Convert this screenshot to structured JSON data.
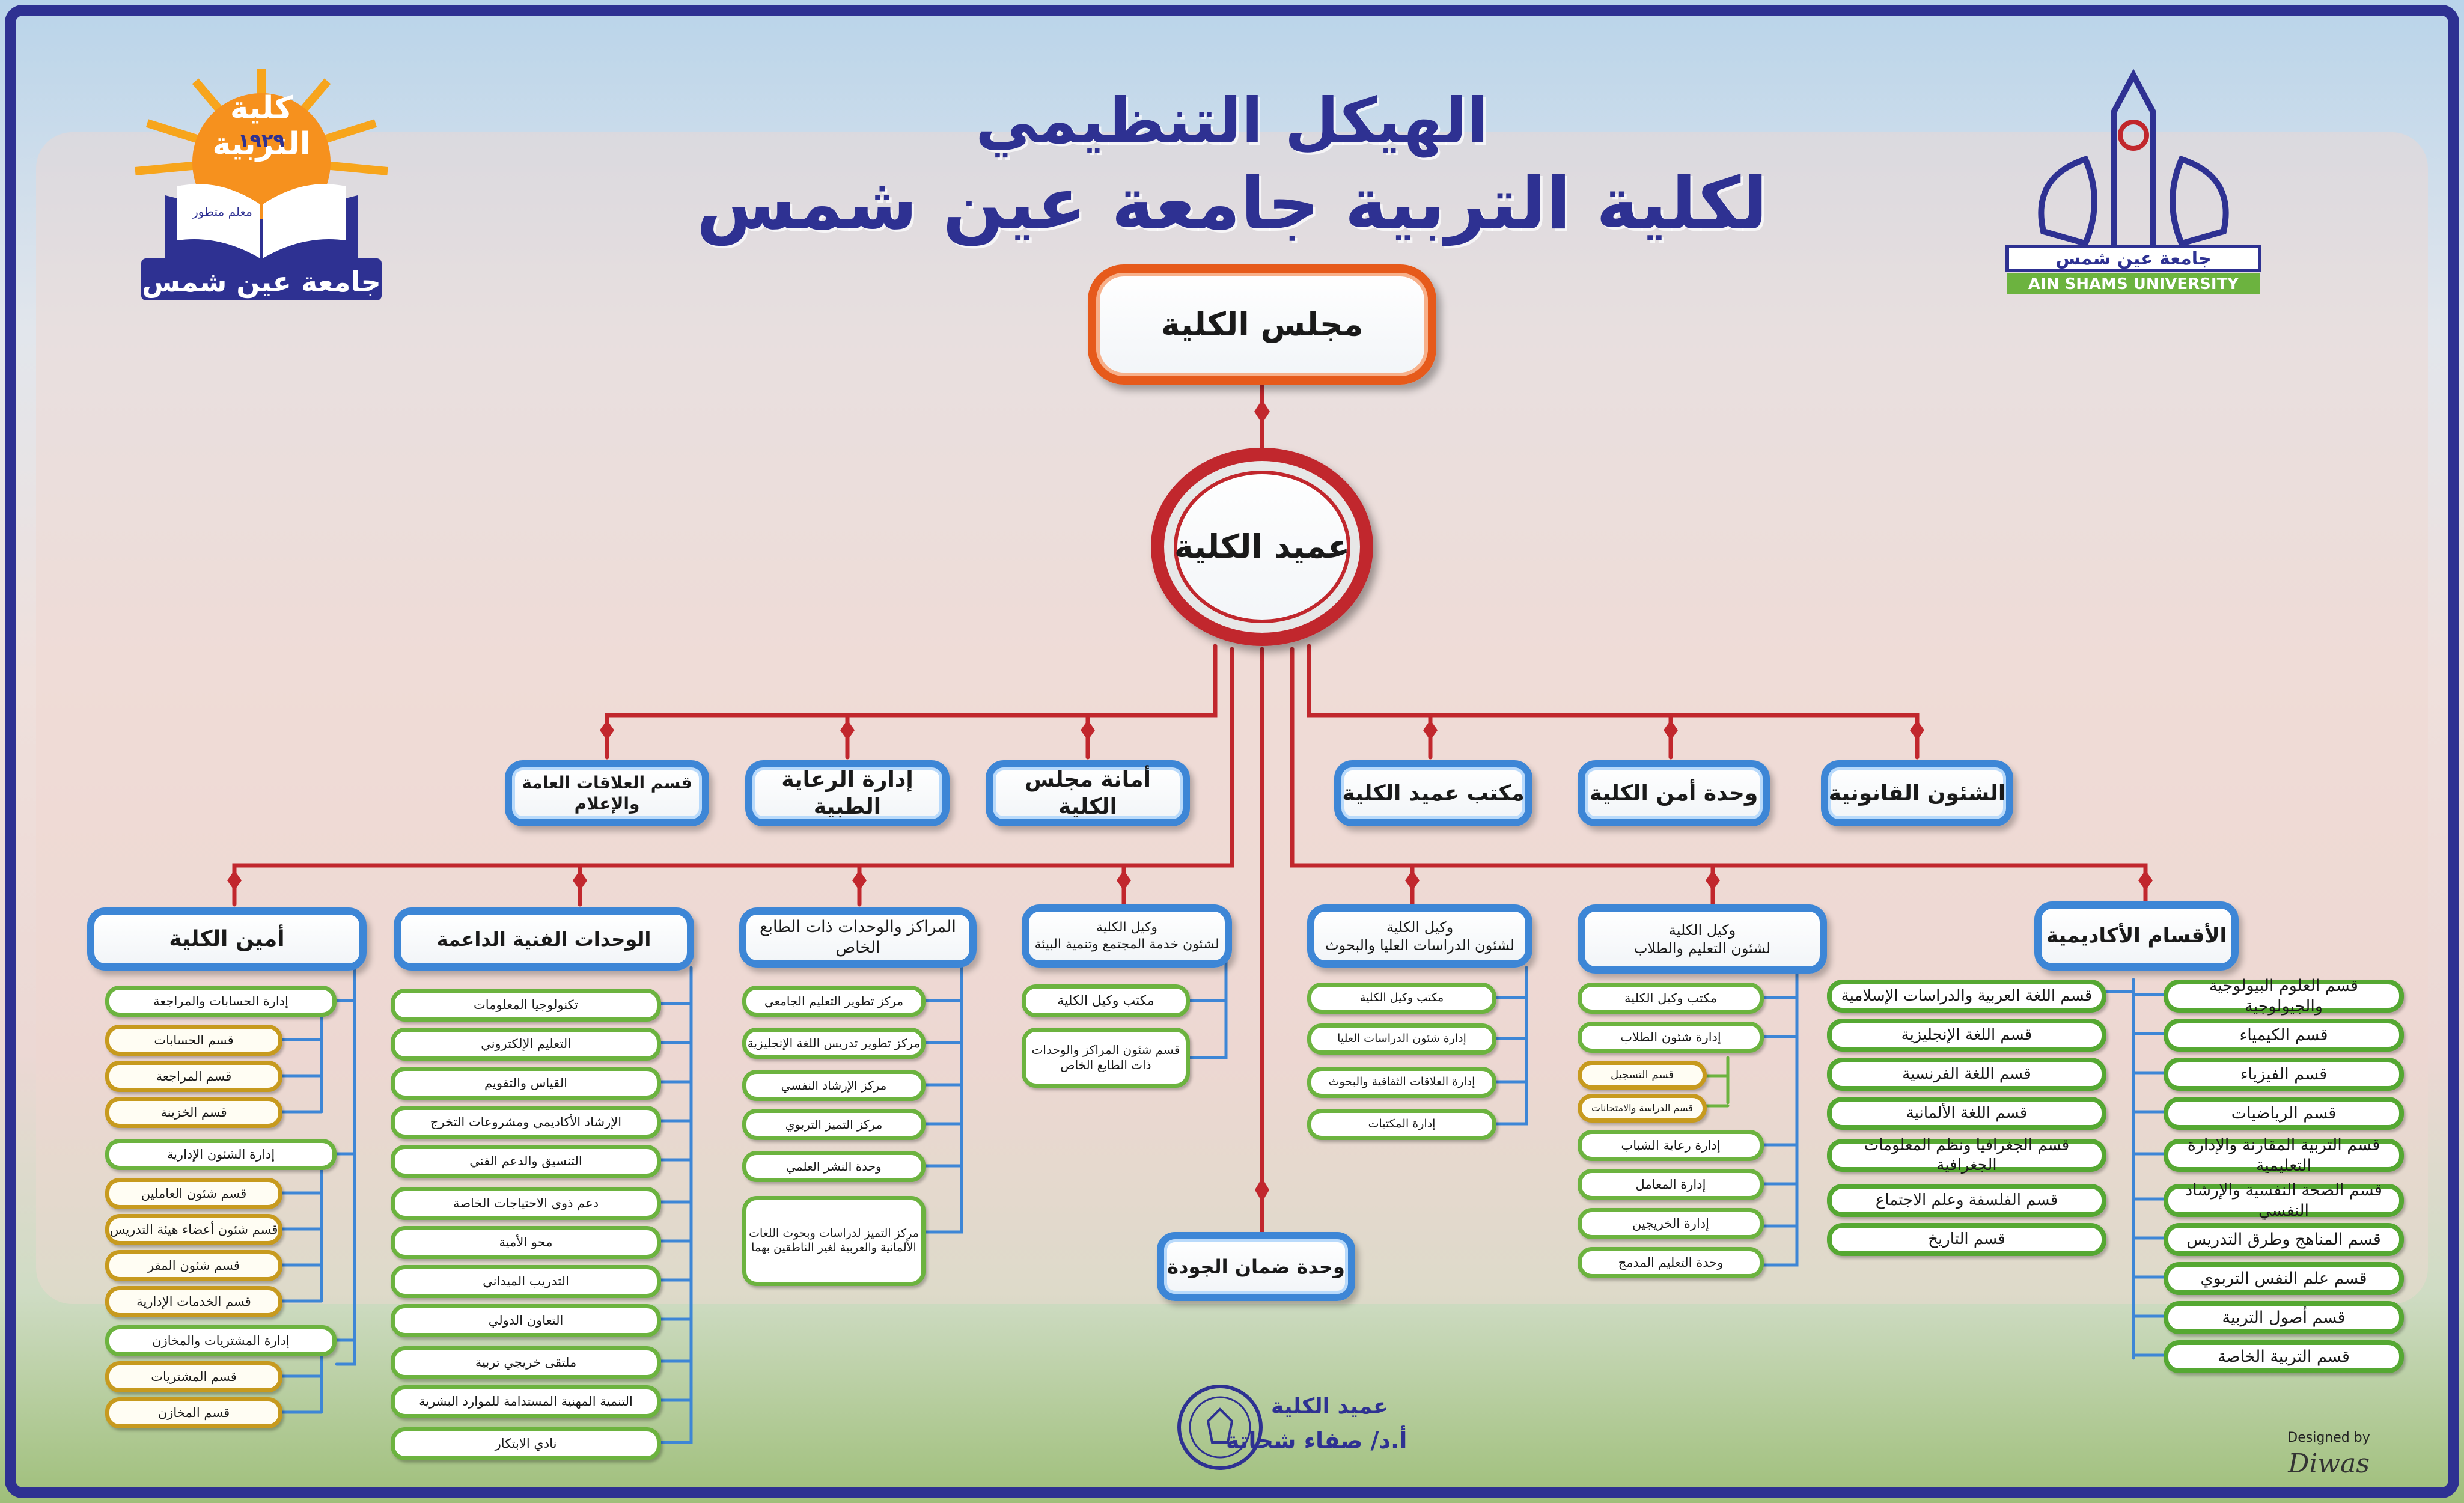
{
  "title_line1": "الهيكل التنظيمي",
  "title_line2": "لكلية التربية جامعة عين شمس",
  "logo_left": {
    "top_text": "كلية التربية",
    "year": "١٩٢٩",
    "motto": "معلم متطور",
    "bottom_text": "جامعة عين شمس"
  },
  "logo_right": {
    "arabic": "جامعة عين شمس",
    "english": "AIN SHAMS UNIVERSITY"
  },
  "council": "مجلس الكلية",
  "dean": "عميد الكلية",
  "quality_unit": "وحدة ضمان الجودة",
  "dean_offices": [
    "الشئون القانونية",
    "وحدة أمن الكلية",
    "مكتب عميد الكلية",
    "أمانة مجلس الكلية",
    "إدارة الرعاية الطبية",
    "قسم العلاقات العامة والإعلام"
  ],
  "academic": {
    "title": "الأقسام الأكاديمية",
    "col_right": [
      "قسم العلوم البيولوجية والجيولوجية",
      "قسم الكيمياء",
      "قسم الفيزياء",
      "قسم الرياضيات",
      "قسم التربية المقارنة والإدارة التعليمية",
      "قسم الصحة النفسية والإرشاد النفسي",
      "قسم المناهج وطرق التدريس",
      "قسم علم النفس التربوي",
      "قسم أصول التربية",
      "قسم التربية الخاصة"
    ],
    "col_left": [
      "قسم اللغة العربية والدراسات الإسلامية",
      "قسم اللغة الإنجليزية",
      "قسم اللغة الفرنسية",
      "قسم اللغة الألمانية",
      "قسم الجغرافيا ونظم المعلومات الجغرافية",
      "قسم الفلسفة وعلم الاجتماع",
      "قسم التاريخ"
    ]
  },
  "vd_education": {
    "title_line1": "وكيل الكلية",
    "title_line2": "لشئون التعليم والطلاب",
    "items": [
      "مكتب وكيل الكلية",
      "إدارة شئون الطلاب",
      "إدارة رعاية الشباب",
      "إدارة المعامل",
      "إدارة الخريجين",
      "وحدة التعليم المدمج"
    ],
    "sub_items": [
      "قسم التسجيل",
      "قسم الدراسة والامتحانات"
    ]
  },
  "vd_graduate": {
    "title_line1": "وكيل الكلية",
    "title_line2": "لشئون الدراسات العليا والبحوث",
    "items": [
      "مكتب وكيل الكلية",
      "إدارة شئون الدراسات العليا",
      "إدارة العلاقات الثقافية والبحوث",
      "إدارة المكتبات"
    ]
  },
  "vd_community": {
    "title_line1": "وكيل الكلية",
    "title_line2": "لشئون خدمة المجتمع وتنمية البيئة",
    "items": [
      "مكتب وكيل الكلية",
      "قسم شئون المراكز والوحدات ذات الطابع الخاص"
    ]
  },
  "centers": {
    "title": "المراكز والوحدات ذات الطابع الخاص",
    "items": [
      "مركز تطوير التعليم الجامعي",
      "مركز تطوير تدريس اللغة الإنجليزية",
      "مركز الإرشاد النفسي",
      "مركز التميز التربوي",
      "وحدة النشر العلمي",
      "مركز التميز لدراسات وبحوث اللغات الألمانية والعربية لغير الناطقين بهما"
    ]
  },
  "tech_units": {
    "title": "الوحدات الفنية الداعمة",
    "items": [
      "تكنولوجيا المعلومات",
      "التعليم الإلكتروني",
      "القياس والتقويم",
      "الإرشاد الأكاديمي ومشروعات التخرج",
      "التنسيق والدعم الفني",
      "دعم ذوي الاحتياجات الخاصة",
      "محو الأمية",
      "التدريب الميداني",
      "التعاون الدولي",
      "ملتقى خريجي تربية",
      "التنمية المهنية المستدامة للموارد البشرية",
      "نادي الابتكار"
    ]
  },
  "secretary": {
    "title": "أمين الكلية",
    "items": [
      {
        "text": "إدارة الحسابات والمراجعة",
        "kind": "green"
      },
      {
        "text": "قسم الحسابات",
        "kind": "gold"
      },
      {
        "text": "قسم المراجعة",
        "kind": "gold"
      },
      {
        "text": "قسم الخزينة",
        "kind": "gold"
      },
      {
        "text": "إدارة الشئون الإدارية",
        "kind": "green"
      },
      {
        "text": "قسم شئون العاملين",
        "kind": "gold"
      },
      {
        "text": "قسم شئون أعضاء هيئة التدريس",
        "kind": "gold"
      },
      {
        "text": "قسم شئون المقر",
        "kind": "gold"
      },
      {
        "text": "قسم الخدمات الإدارية",
        "kind": "gold"
      },
      {
        "text": "إدارة المشتريات والمخازن",
        "kind": "green"
      },
      {
        "text": "قسم المشتريات",
        "kind": "gold"
      },
      {
        "text": "قسم المخازن",
        "kind": "gold"
      }
    ]
  },
  "signature": {
    "title": "عميد الكلية",
    "name": "أ.د/ صفاء شحاتة"
  },
  "designer": {
    "label": "Designed by",
    "name": "Diwas"
  },
  "colors": {
    "frame": "#2e3192",
    "line_red": "#c1272d",
    "line_blue": "#3d86d6",
    "box_green": "#6cb33f",
    "box_gold": "#c79a1e"
  }
}
